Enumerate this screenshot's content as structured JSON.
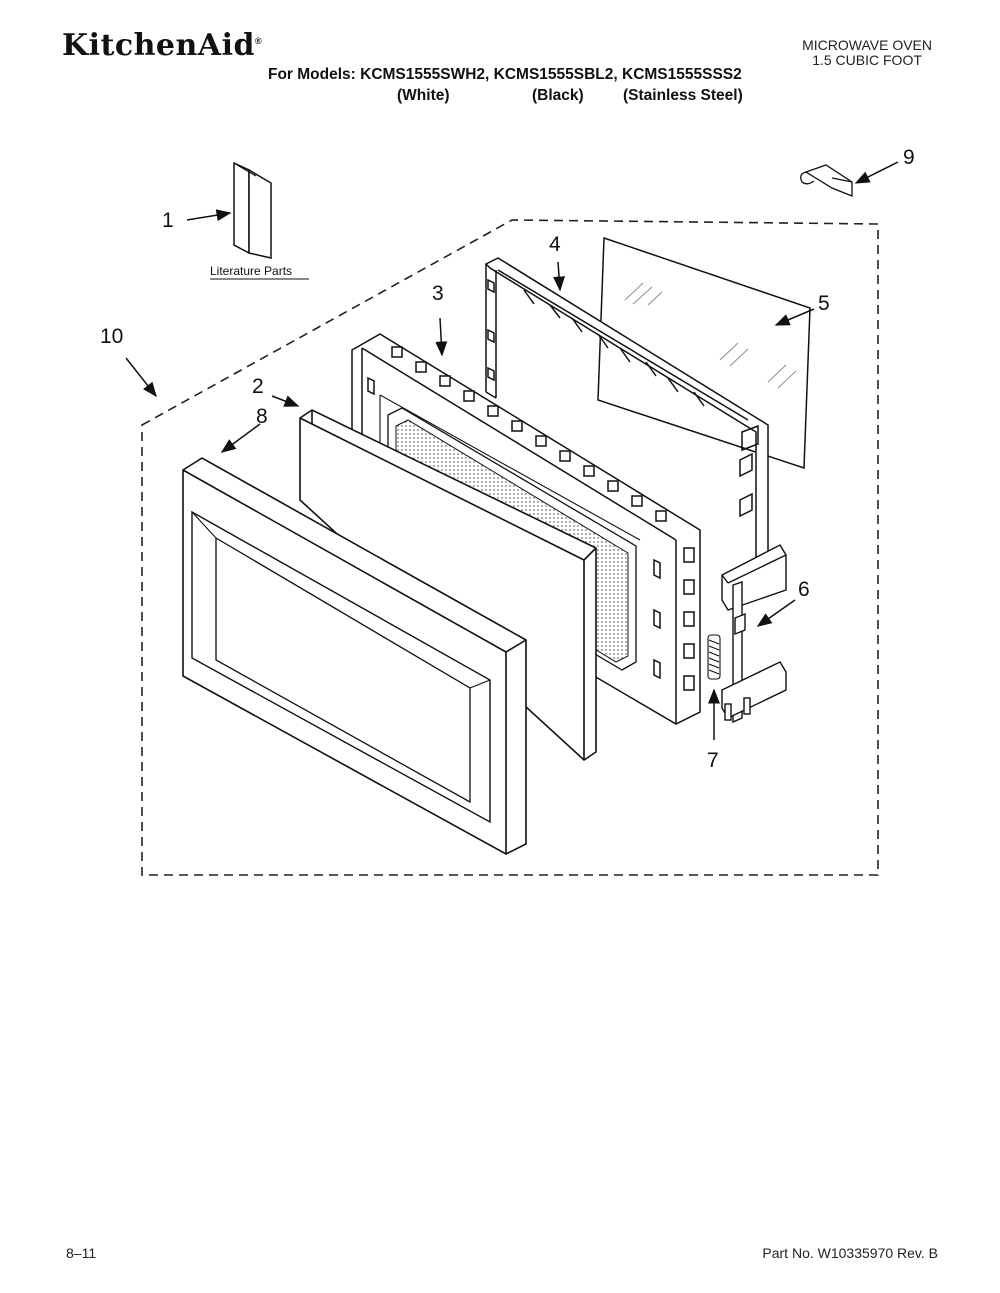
{
  "header": {
    "brand": "KitchenAid",
    "brand_mark": "®",
    "product_line1": "MICROWAVE OVEN",
    "product_line2": "1.5 CUBIC FOOT",
    "models_line": "For Models: KCMS1555SWH2, KCMS1555SBL2, KCMS1555SSS2",
    "variants": [
      "(White)",
      "(Black)",
      "(Stainless Steel)"
    ]
  },
  "diagram": {
    "callouts": [
      "1",
      "2",
      "3",
      "4",
      "5",
      "6",
      "7",
      "8",
      "9",
      "10"
    ],
    "literature_label": "Literature Parts"
  },
  "footer": {
    "page": "8–11",
    "part_number": "Part No. W10335970 Rev. B"
  }
}
